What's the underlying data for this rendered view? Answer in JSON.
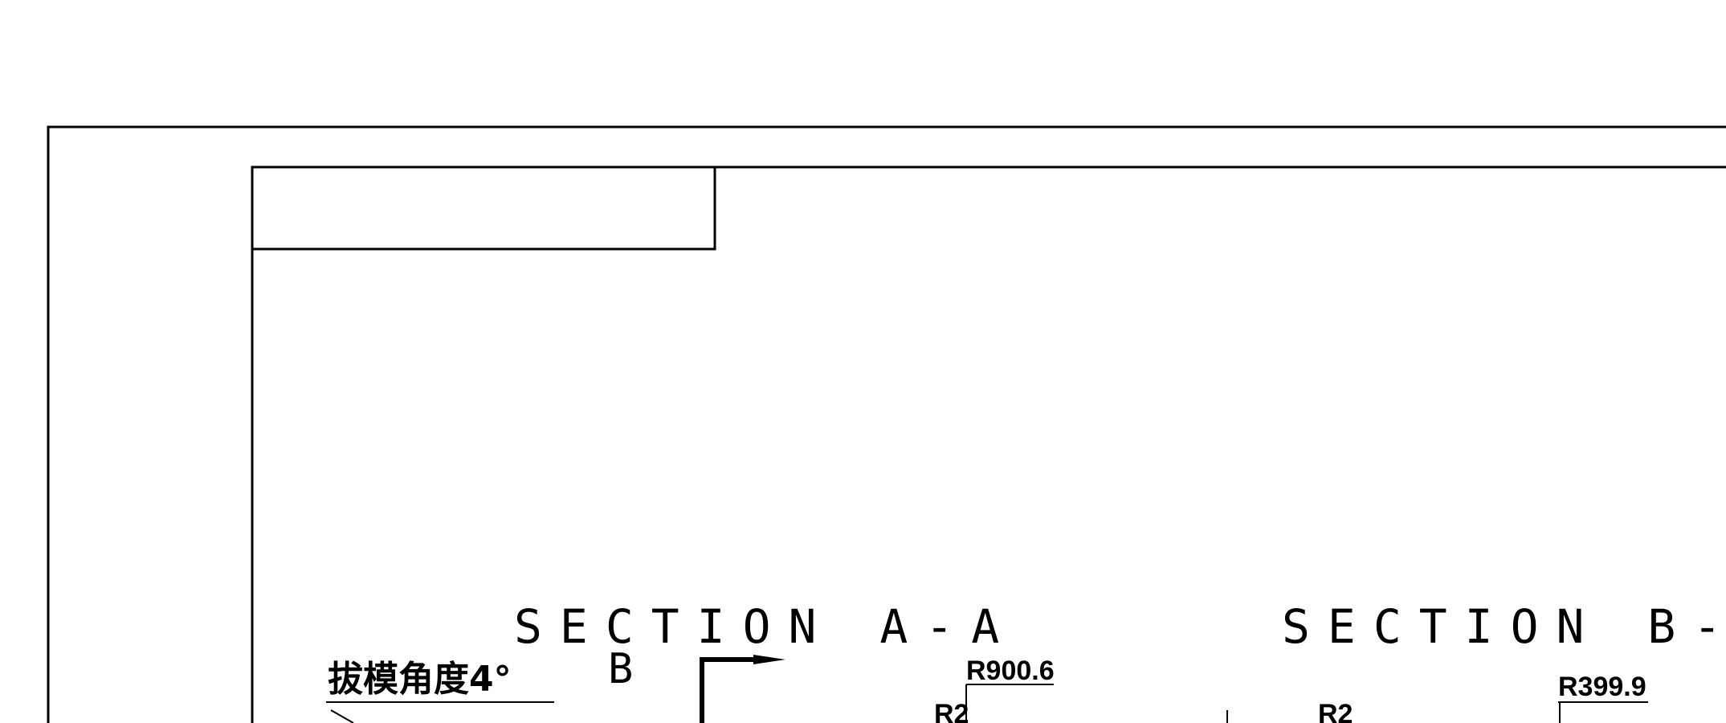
{
  "drawing": {
    "section_a_title": "SECTION A-A",
    "section_b_title": "SECTION B-B",
    "draft_angle_note": "拔模角度4°",
    "cut_marker_label": "B",
    "dimension_a": "R900.6",
    "radius_a": "R2",
    "radius_b": "R2",
    "dimension_b": "R399.9"
  },
  "colors": {
    "line": "#000000",
    "background": "#ffffff"
  }
}
